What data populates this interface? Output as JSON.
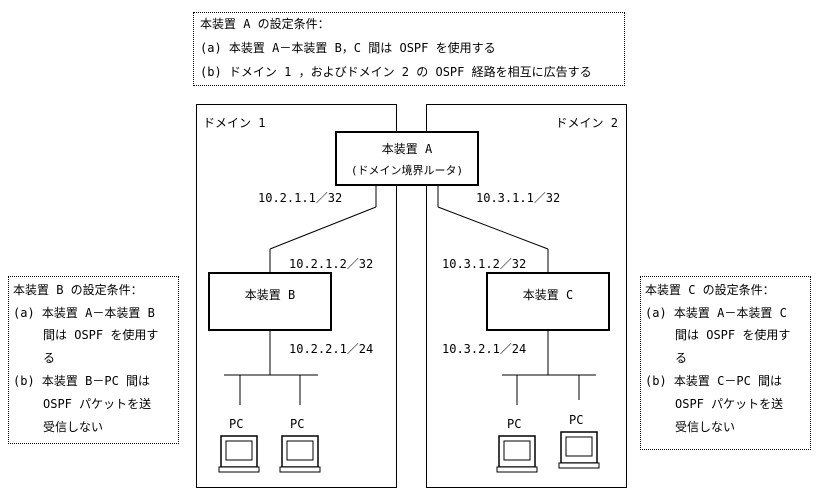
{
  "condA": {
    "title": "本装置 A の設定条件：",
    "line1": "(a) 本装置 A－本装置 B，C 間は OSPF を使用する",
    "line2": "(b) ドメイン 1 ，およびドメイン 2 の OSPF 経路を相互に広告する"
  },
  "condB": {
    "title": "本装置 B の設定条件：",
    "a1": "(a) 本装置 A－本装置 B",
    "a2": "間は OSPF を使用す",
    "a3": "る",
    "b1": "(b) 本装置 B－PC 間は",
    "b2": "OSPF パケットを送",
    "b3": "受信しない"
  },
  "condC": {
    "title": "本装置 C の設定条件：",
    "a1": "(a) 本装置 A－本装置 C",
    "a2": "間は OSPF を使用す",
    "a3": "る",
    "b1": "(b) 本装置 C－PC 間は",
    "b2": "OSPF パケットを送",
    "b3": "受信しない"
  },
  "domain1": "ドメイン 1",
  "domain2": "ドメイン 2",
  "deviceA": {
    "name": "本装置 A",
    "sub": "(ドメイン境界ルータ)"
  },
  "deviceB": "本装置 B",
  "deviceC": "本装置 C",
  "addr": {
    "a_to_b": "10.2.1.1／32",
    "a_to_c": "10.3.1.1／32",
    "b_up": "10.2.1.2／32",
    "c_up": "10.3.1.2／32",
    "b_lan": "10.2.2.1／24",
    "c_lan": "10.3.2.1／24"
  },
  "pc": "PC"
}
